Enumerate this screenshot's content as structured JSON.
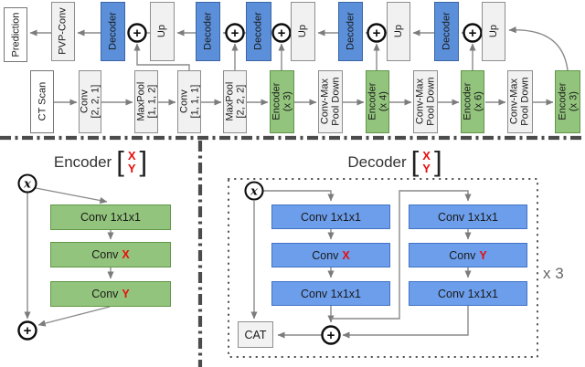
{
  "symbols": {
    "plus": "+",
    "x": "x",
    "bracket_open": "[",
    "bracket_close": "]"
  },
  "pipeline": {
    "top": [
      {
        "label": "Prediction"
      },
      {
        "label": "PVP-Conv"
      },
      {
        "label": "Decoder"
      },
      {
        "label": "Up"
      },
      {
        "label": "Decoder"
      },
      {
        "label": "Decoder"
      },
      {
        "label": "Up"
      },
      {
        "label": "Decoder"
      },
      {
        "label": "Up"
      },
      {
        "label": "Decoder"
      },
      {
        "label": "Up"
      }
    ],
    "bottom": [
      {
        "label": "CT Scan"
      },
      {
        "label": "Conv\n[2, 2, 1]"
      },
      {
        "label": "MaxPool\n[1, 1, 2]"
      },
      {
        "label": "Conv\n[1, 1, 1]"
      },
      {
        "label": "MaxPool\n[2, 2, 2]"
      },
      {
        "label": "Encoder\n(x 3)"
      },
      {
        "label": "Conv-Max\nPool Down"
      },
      {
        "label": "Encoder\n(x 4)"
      },
      {
        "label": "Conv-Max\nPool Down"
      },
      {
        "label": "Encoder\n(x 6)"
      },
      {
        "label": "Conv-Max\nPool Down"
      },
      {
        "label": "Encoder\n(x 3)"
      }
    ]
  },
  "encoder_detail": {
    "title": "Encoder",
    "param_x": "X",
    "param_y": "Y",
    "rows": [
      {
        "prefix": "Conv 1x1x1",
        "var": ""
      },
      {
        "prefix": "Conv",
        "var": "X"
      },
      {
        "prefix": "Conv",
        "var": "Y"
      }
    ]
  },
  "decoder_detail": {
    "title": "Decoder",
    "param_x": "X",
    "param_y": "Y",
    "left_col": [
      {
        "prefix": "Conv 1x1x1",
        "var": ""
      },
      {
        "prefix": "Conv",
        "var": "X"
      },
      {
        "prefix": "Conv 1x1x1",
        "var": ""
      }
    ],
    "right_col": [
      {
        "prefix": "Conv 1x1x1",
        "var": ""
      },
      {
        "prefix": "Conv",
        "var": "Y"
      },
      {
        "prefix": "Conv 1x1x1",
        "var": ""
      }
    ],
    "cat_label": "CAT",
    "repeat_label": "x 3"
  },
  "colors": {
    "decoder_blue": "#5b8fd9",
    "detail_blue": "#6d9eeb",
    "encoder_green": "#93c47d",
    "neutral_gray": "#f1f1f1",
    "node_white": "#ffffff",
    "accent_red": "#e80d0d",
    "line_gray": "#8a8a8a",
    "divider_gray": "#4c4c4c"
  }
}
